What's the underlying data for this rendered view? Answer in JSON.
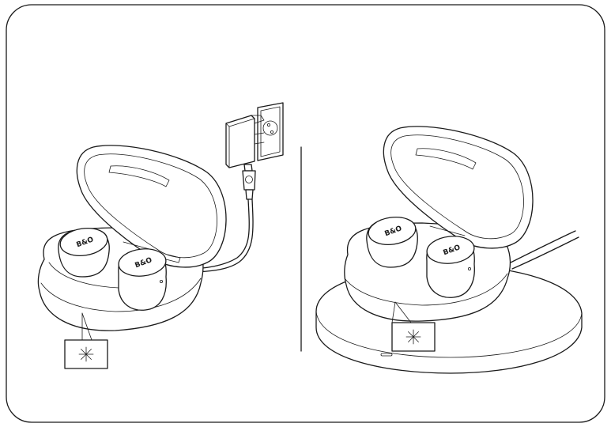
{
  "illustration": {
    "frame_style": "rounded-rectangle",
    "left_panel": "charging-via-usb-cable-and-wall-adapter",
    "right_panel": "charging-on-wireless-charging-pad",
    "earbud_logo_text": "B&O",
    "indicator_icon": "light-burst-icon",
    "colors": {
      "line": "#1a1a1a",
      "background": "#ffffff"
    }
  }
}
